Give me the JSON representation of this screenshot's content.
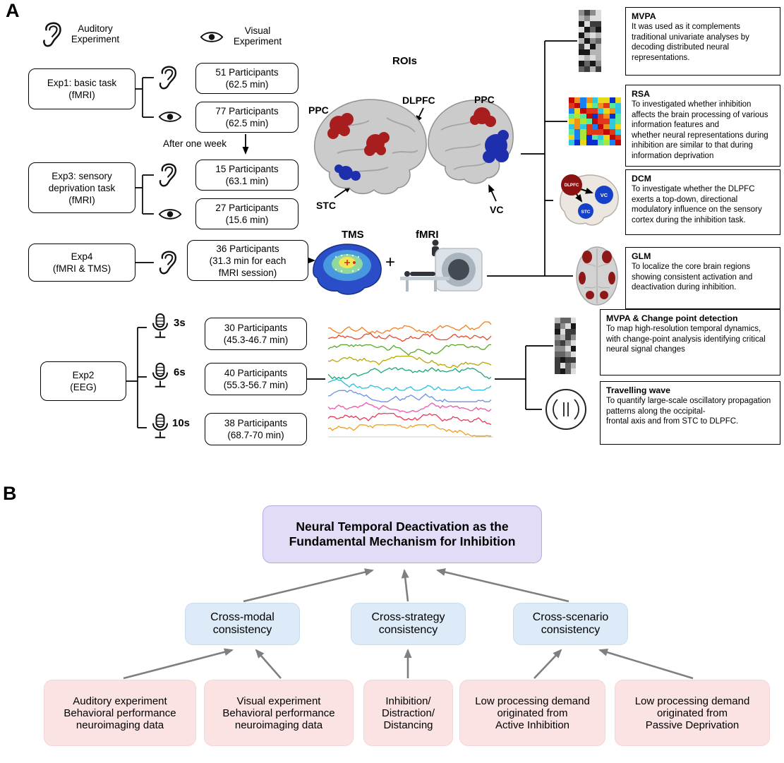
{
  "panel_a": {
    "label": "A",
    "auditory_legend": "Auditory\nExperiment",
    "visual_legend": "Visual\nExperiment",
    "after_week": "After one week",
    "exp1_label": "Exp1: basic task\n(fMRI)",
    "exp1_auditory": "51 Participants\n(62.5 min)",
    "exp1_visual": "77 Participants\n(62.5 min)",
    "exp3_label": "Exp3: sensory\ndeprivation task\n(fMRI)",
    "exp3_auditory": "15 Participants\n(63.1 min)",
    "exp3_visual": "27 Participants\n(15.6 min)",
    "exp4_label": "Exp4\n(fMRI & TMS)",
    "exp4_auditory": "36 Participants\n(31.3 min for each\nfMRI session)",
    "rois_title": "ROIs",
    "roi_ppc_left": "PPC",
    "roi_dlpfc": "DLPFC",
    "roi_ppc_right": "PPC",
    "roi_stc": "STC",
    "roi_vc": "VC",
    "tms_label": "TMS",
    "plus": "+",
    "fmri_label": "fMRI",
    "methods": [
      {
        "name": "MVPA",
        "desc": "It was used as it complements traditional univariate analyses by decoding distributed neural representations."
      },
      {
        "name": "RSA",
        "desc": "To investigated whether inhibition affects the brain processing of various information features and\nwhether neural representations during inhibition are similar to that during information deprivation"
      },
      {
        "name": "DCM",
        "desc": "To investigate whether the DLPFC exerts a top-down, directional modulatory influence on the sensory cortex during the inhibition task."
      },
      {
        "name": "GLM",
        "desc": "To localize the core brain regions showing consistent activation and deactivation during inhibition."
      }
    ],
    "dcm_nodes": {
      "dlpfc": "DLPFC",
      "stc": "STC",
      "vc": "VC"
    },
    "exp2_label": "Exp2\n(EEG)",
    "exp2_conditions": [
      {
        "duration": "3s",
        "participants": "30 Participants\n(45.3-46.7 min)"
      },
      {
        "duration": "6s",
        "participants": "40 Participants\n(55.3-56.7 min)"
      },
      {
        "duration": "10s",
        "participants": "38 Participants\n(68.7-70 min)"
      }
    ],
    "exp2_methods": [
      {
        "name": "MVPA & Change point detection",
        "desc": "To map high-resolution temporal dynamics, with change-point analysis identifying critical neural signal changes"
      },
      {
        "name": "Travelling wave",
        "desc": "To quantify large-scale oscillatory propagation patterns along the occipital-\nfrontal axis and from STC to DLPFC."
      }
    ]
  },
  "panel_b": {
    "label": "B",
    "top_box": "Neural Temporal Deactivation as the\nFundamental Mechanism for Inhibition",
    "middle_boxes": [
      "Cross-modal\nconsistency",
      "Cross-strategy\nconsistency",
      "Cross-scenario\nconsistency"
    ],
    "bottom_boxes": [
      "Auditory experiment\nBehavioral performance\nneuroimaging data",
      "Visual experiment\nBehavioral performance\nneuroimaging data",
      "Inhibition/\nDistraction/\nDistancing",
      "Low processing demand\noriginated from\nActive Inhibition",
      "Low processing demand\noriginated from\nPassive Deprivation"
    ]
  },
  "colors": {
    "roi_red": "#a81d1d",
    "roi_blue": "#1e2fae",
    "arrow_gray": "#7f7f7f",
    "top_box_fill": "#e2dcf7",
    "middle_box_fill": "#dcebf7",
    "bottom_box_fill": "#fbe3e3",
    "eeg_trace_colors": [
      "#f08020",
      "#e84830",
      "#58a828",
      "#b8a800",
      "#18a878",
      "#28c0e0",
      "#6890e8",
      "#e858b0",
      "#e83858",
      "#f0a018"
    ]
  },
  "icons": {
    "ear-icon": "stylized ear outline",
    "eye-icon": "eye outline with pupil",
    "microphone-icon": "studio microphone glyph",
    "travelling-wave-icon": "circle with vertical bars and side arcs"
  }
}
